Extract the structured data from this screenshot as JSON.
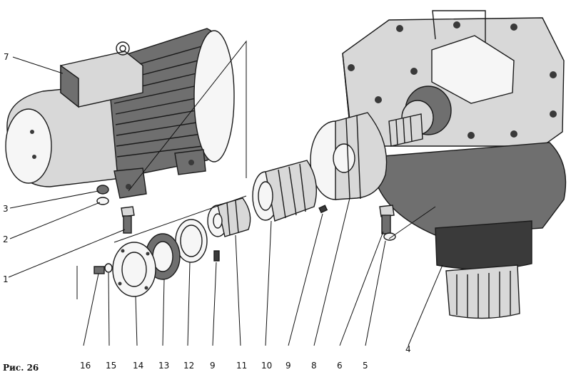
{
  "caption": "Рис. 26",
  "callouts": [
    "1",
    "2",
    "3",
    "4",
    "5",
    "6",
    "7",
    "8",
    "9",
    "9",
    "10",
    "11",
    "12",
    "13",
    "14",
    "15",
    "16"
  ],
  "colors": {
    "ink": "#1a1a1a",
    "paper": "#ffffff"
  }
}
